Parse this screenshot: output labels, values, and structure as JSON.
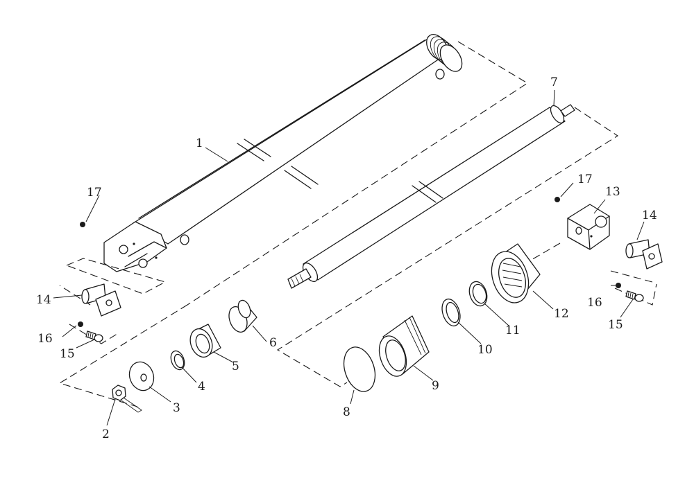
{
  "part_labels": {
    "p1": "1",
    "p2": "2",
    "p3": "3",
    "p4": "4",
    "p5": "5",
    "p6": "6",
    "p7": "7",
    "p8": "8",
    "p9": "9",
    "p10": "10",
    "p11": "11",
    "p12": "12",
    "p13": "13",
    "p14_left": "14",
    "p14_right": "14",
    "p15_left": "15",
    "p15_right": "15",
    "p16_left": "16",
    "p16_right": "16",
    "p17_left": "17",
    "p17_right": "17"
  },
  "colors": {
    "line": "#1a1a1a",
    "background": "#ffffff"
  }
}
